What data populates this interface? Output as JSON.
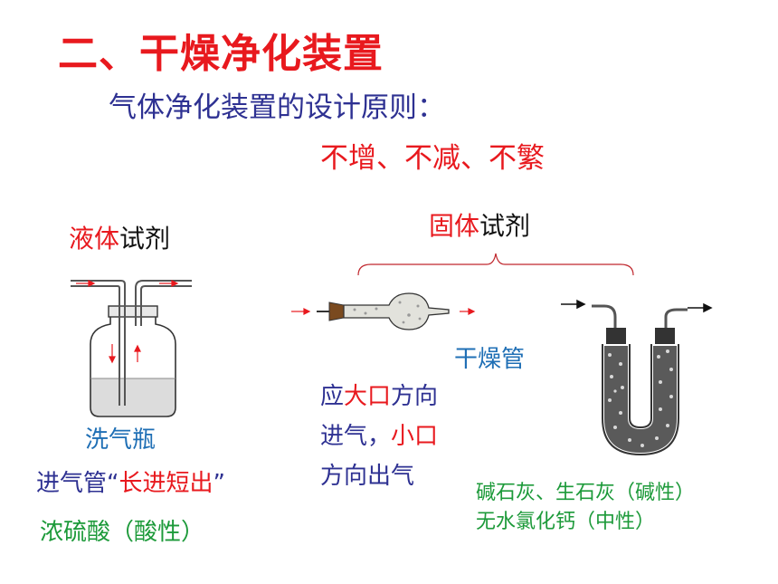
{
  "slide": {
    "title": "二、干燥净化装置",
    "principle_heading": "气体净化装置的设计原则：",
    "principle": "不增、不减、不繁"
  },
  "liquid": {
    "label_part1": "液体",
    "label_part2": "试剂",
    "apparatus_name": "洗气瓶",
    "note_prefix": "进气管“",
    "note_highlight": "长进短出",
    "note_suffix": "”",
    "reagent": "浓硫酸（酸性）"
  },
  "solid": {
    "label_part1": "固体",
    "label_part2": "试剂",
    "tube_name": "干燥管",
    "direction_line1_a": "应",
    "direction_line1_b": "大口",
    "direction_line1_c": "方向",
    "direction_line2_a": "进气，",
    "direction_line2_b": "小口",
    "direction_line3": "方向出气",
    "reagent_line1": "碱石灰、生石灰（碱性）",
    "reagent_line2": "无水氯化钙（中性）"
  },
  "colors": {
    "title_red": "#e8191e",
    "navy": "#2e3192",
    "blue": "#1f6fb5",
    "green": "#1d9a3a"
  }
}
